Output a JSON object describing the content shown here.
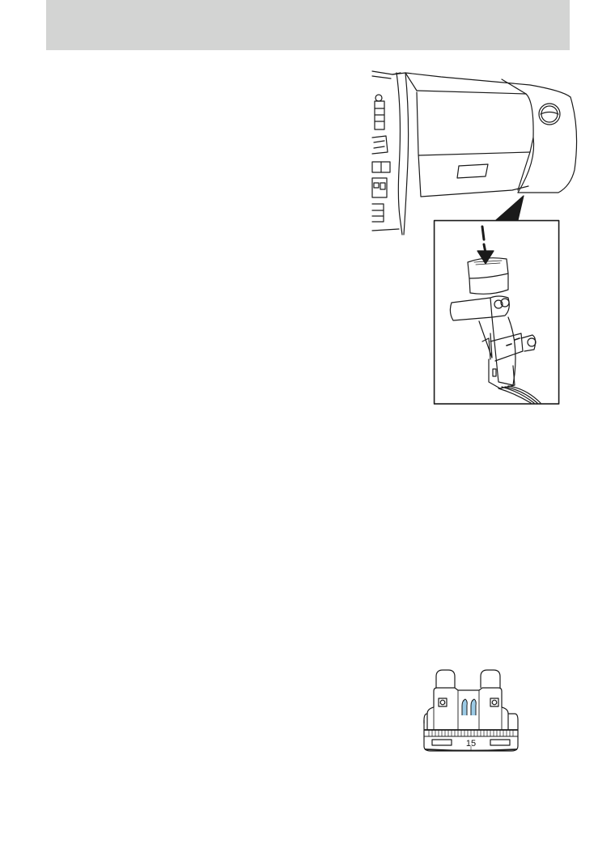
{
  "page": {
    "header_bar_color": "#d3d4d3",
    "background": "#ffffff"
  },
  "figures": {
    "glovebox": {
      "description": "Instrument panel passenger side with glove box, callout to fuel pump shut-off switch location",
      "line_color": "#1a1a1a"
    },
    "switch_inset": {
      "description": "Fuel pump shut-off switch with connector and reset button, arrow pointing down",
      "line_color": "#1a1a1a"
    },
    "fuse": {
      "description": "Blade type fuse",
      "rating_label": "15",
      "element_color": "#9ccbe6",
      "line_color": "#1a1a1a"
    }
  }
}
